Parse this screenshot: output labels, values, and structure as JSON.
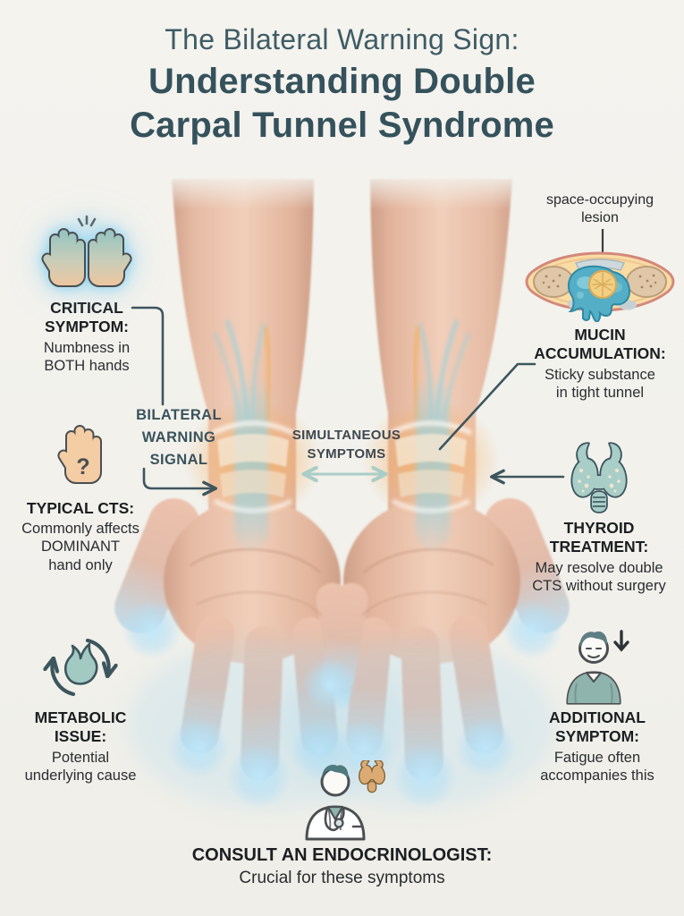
{
  "title": {
    "line1": "The Bilateral Warning Sign:",
    "line2": "Understanding Double\nCarpal Tunnel Syndrome"
  },
  "center_labels": {
    "bilateral_warning": "BILATERAL\nWARNING\nSIGNAL",
    "simultaneous_symptoms": "SIMULTANEOUS\nSYMPTOMS",
    "lesion": "space-occupying\nlesion"
  },
  "callouts": {
    "critical_symptom": {
      "icon": "raised-hands-icon",
      "heading": "CRITICAL\nSYMPTOM:",
      "body": "Numbness in\nBOTH hands"
    },
    "typical_cts": {
      "icon": "hand-question-icon",
      "heading": "TYPICAL CTS:",
      "body": "Commonly affects\nDOMINANT\nhand only"
    },
    "metabolic_issue": {
      "icon": "metabolic-cycle-icon",
      "heading": "METABOLIC\nISSUE:",
      "body": "Potential\nunderlying cause"
    },
    "mucin_accumulation": {
      "icon": "carpal-cross-section-icon",
      "heading": "MUCIN\nACCUMULATION:",
      "body": "Sticky substance\nin tight tunnel"
    },
    "thyroid_treatment": {
      "icon": "thyroid-icon",
      "heading": "THYROID\nTREATMENT:",
      "body": "May resolve double\nCTS without surgery"
    },
    "additional_symptom": {
      "icon": "fatigued-person-icon",
      "heading": "ADDITIONAL\nSYMPTOM:",
      "body": "Fatigue often\naccompanies this"
    },
    "consult": {
      "icon": "doctor-endocrinologist-icon",
      "heading": "CONSULT AN ENDOCRINOLOGIST:",
      "body": "Crucial for these symptoms"
    }
  },
  "icons": {
    "question_mark": "?"
  },
  "colors": {
    "background": "#f2f1ec",
    "title_teal": "#35525c",
    "accent_teal": "#3d565e",
    "light_teal": "#a9cdc7",
    "skin": "#eec6ad",
    "numb_glow_blue": "#b5e0f5",
    "inflammation_orange": "#f4ae62",
    "mucin_blue": "#53aec6",
    "lesion_yellow": "#f2cf82",
    "thyroid_tan": "#dcab74",
    "text_dark": "#1c1f22"
  }
}
